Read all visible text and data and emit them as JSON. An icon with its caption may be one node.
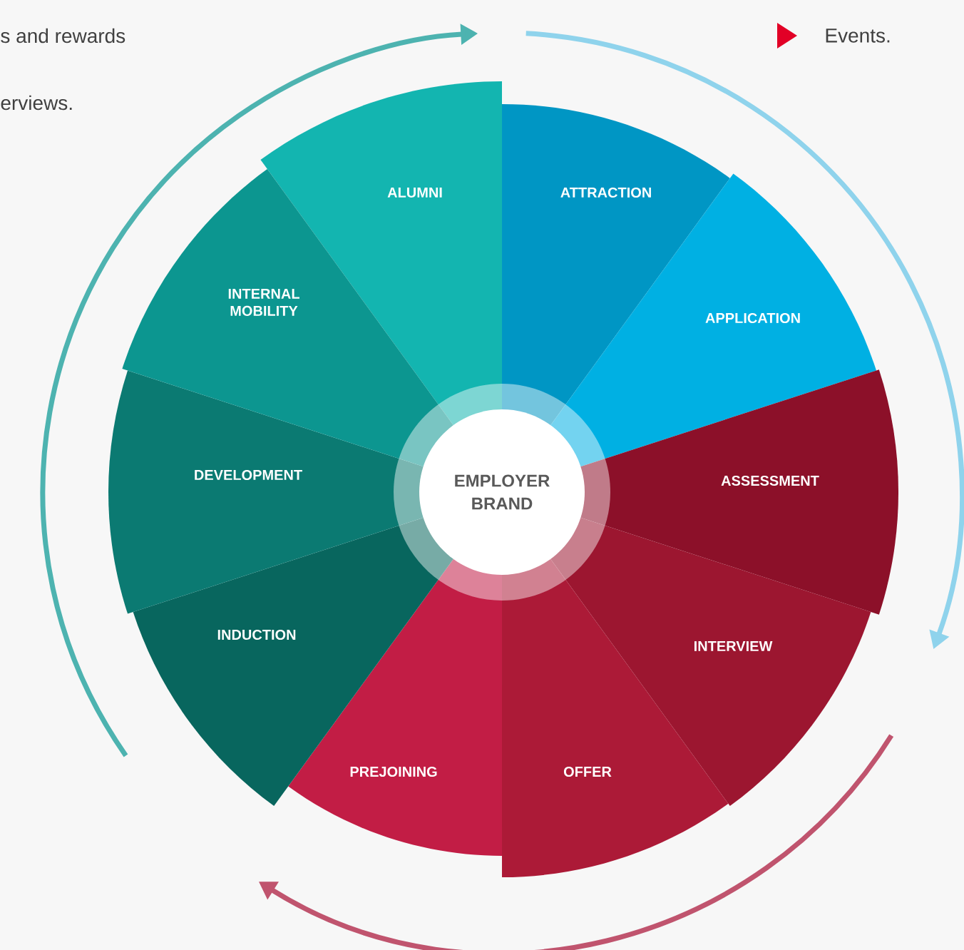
{
  "diagram": {
    "nodes": [
      {
        "text": [
          "EMPLOYER BRAND"
        ]
      },
      {
        "text": [
          "ALUMNI"
        ]
      },
      {
        "text": [
          "ATTRACTION"
        ]
      },
      {
        "text": [
          "APPLICATION"
        ]
      },
      {
        "text": [
          "ASSESSMENT"
        ]
      },
      {
        "text": [
          "INTERVIEW"
        ]
      },
      {
        "text": [
          "OFFER"
        ]
      },
      {
        "text": [
          "PREJOINING"
        ]
      },
      {
        "text": [
          "INDUCTION"
        ]
      },
      {
        "text": [
          "DEVELOPMENT"
        ]
      },
      {
        "text": [
          "INTERNAL MOBILITY"
        ]
      }
    ],
    "labels": [
      "s and rewards",
      "erviews.",
      "Events."
    ]
  }
}
